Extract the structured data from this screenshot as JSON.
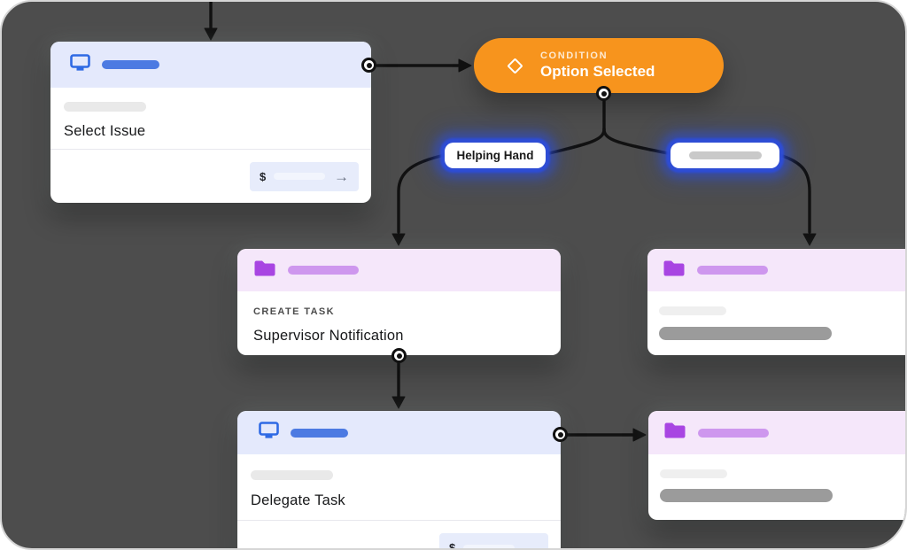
{
  "canvas": {
    "panel_bg": "#4d4d4d",
    "outer_bg": "#ffffff"
  },
  "glyphs": {
    "arrow_right": "→"
  },
  "colors": {
    "accent_blue": "#2f6ae4",
    "blue_bar": "#4c7ae2",
    "header_blue": "#e4e9fc",
    "accent_purple": "#a845e2",
    "purple_bar": "#ce97ee",
    "header_pink": "#f5e7fa",
    "condition_orange": "#f7941d",
    "branch_glow_blue": "#2d4dd8",
    "wire_black": "#111111"
  },
  "nodes": {
    "select_issue": {
      "title": "Select Issue",
      "currency": "$",
      "icon": "monitor-icon"
    },
    "condition": {
      "kicker": "CONDITION",
      "title": "Option Selected",
      "icon": "diamond-icon"
    },
    "branch_helping_hand": {
      "label": "Helping Hand"
    },
    "branch_unnamed": {
      "label": ""
    },
    "supervisor_notification": {
      "kicker": "CREATE TASK",
      "title": "Supervisor Notification",
      "icon": "folder-icon"
    },
    "task_upper_right": {
      "icon": "folder-icon"
    },
    "delegate_task": {
      "title": "Delegate Task",
      "currency": "$",
      "icon": "monitor-icon"
    },
    "task_lower_right": {
      "icon": "folder-icon"
    }
  }
}
